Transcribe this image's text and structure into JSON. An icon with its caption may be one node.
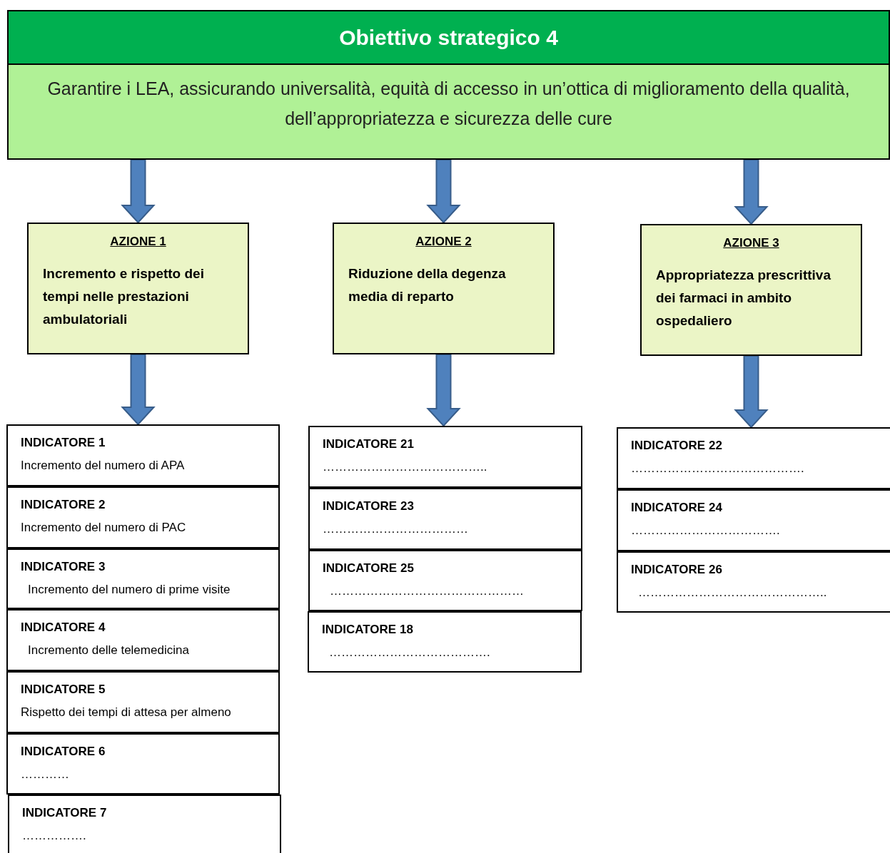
{
  "diagram": {
    "nodes": [
      {
        "text": [
          "Obiettivo strategico 4"
        ]
      },
      {
        "text": [
          "Garantire i LEA, assicurando universalità, equità di accesso in un’ottica di miglioramento della qualità, dell’appropriatezza e sicurezza delle cure"
        ]
      },
      {
        "text": [
          "AZIONE 1",
          "Incremento e rispetto dei tempi nelle prestazioni ambulatoriali"
        ]
      },
      {
        "text": [
          "AZIONE 2",
          "Riduzione della degenza media di reparto"
        ]
      },
      {
        "text": [
          "AZIONE 3",
          "Appropriatezza prescrittiva dei farmaci in ambito ospedaliero"
        ]
      },
      {
        "text": [
          "INDICATORE 1",
          "Incremento del numero di APA"
        ]
      },
      {
        "text": [
          "INDICATORE 2",
          "Incremento del numero di PAC"
        ]
      },
      {
        "text": [
          "INDICATORE 3",
          "Incremento del numero di prime visite"
        ]
      },
      {
        "text": [
          "INDICATORE 4",
          "Incremento delle telemedicina"
        ]
      },
      {
        "text": [
          "INDICATORE 5",
          "Rispetto dei tempi di attesa per almeno"
        ]
      },
      {
        "text": [
          "INDICATORE 6",
          "…………"
        ]
      },
      {
        "text": [
          "INDICATORE 7",
          "……………."
        ]
      },
      {
        "text": [
          "INDICATORE 21",
          "………………………………….."
        ]
      },
      {
        "text": [
          "INDICATORE 23",
          "………………………………"
        ]
      },
      {
        "text": [
          "INDICATORE 25",
          "…………………………………………"
        ]
      },
      {
        "text": [
          "INDICATORE 18",
          "…………………………………."
        ]
      },
      {
        "text": [
          "INDICATORE 22",
          "……………………………………."
        ]
      },
      {
        "text": [
          "INDICATORE 24",
          "………………………………."
        ]
      },
      {
        "text": [
          "INDICATORE 26",
          "……………………………………….."
        ]
      }
    ],
    "edges": [
      {
        "from": 1,
        "to": 2,
        "arrow": "to"
      },
      {
        "from": 1,
        "to": 3,
        "arrow": "to"
      },
      {
        "from": 1,
        "to": 4,
        "arrow": "to"
      },
      {
        "from": 2,
        "to": 5,
        "arrow": "to"
      },
      {
        "from": 3,
        "to": 12,
        "arrow": "to"
      },
      {
        "from": 4,
        "to": 16,
        "arrow": "to"
      }
    ]
  }
}
